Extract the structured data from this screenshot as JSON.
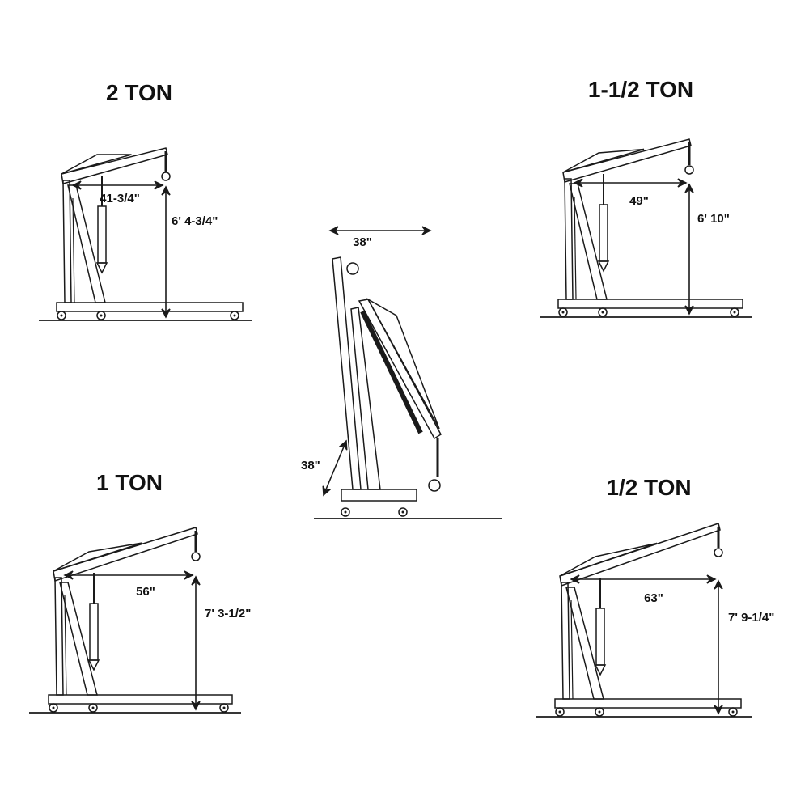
{
  "colors": {
    "line": "#1a1a1a",
    "background": "#ffffff"
  },
  "cranes": [
    {
      "title": "2 TON",
      "reach": "41-3/4\"",
      "height": "6' 4-3/4\""
    },
    {
      "title": "1-1/2 TON",
      "reach": "49\"",
      "height": "6' 10\""
    },
    {
      "title": "1 TON",
      "reach": "56\"",
      "height": "7' 3-1/2\""
    },
    {
      "title": "1/2 TON",
      "reach": "63\"",
      "height": "7' 9-1/4\""
    }
  ],
  "folded": {
    "width": "38\"",
    "depth": "38\""
  }
}
